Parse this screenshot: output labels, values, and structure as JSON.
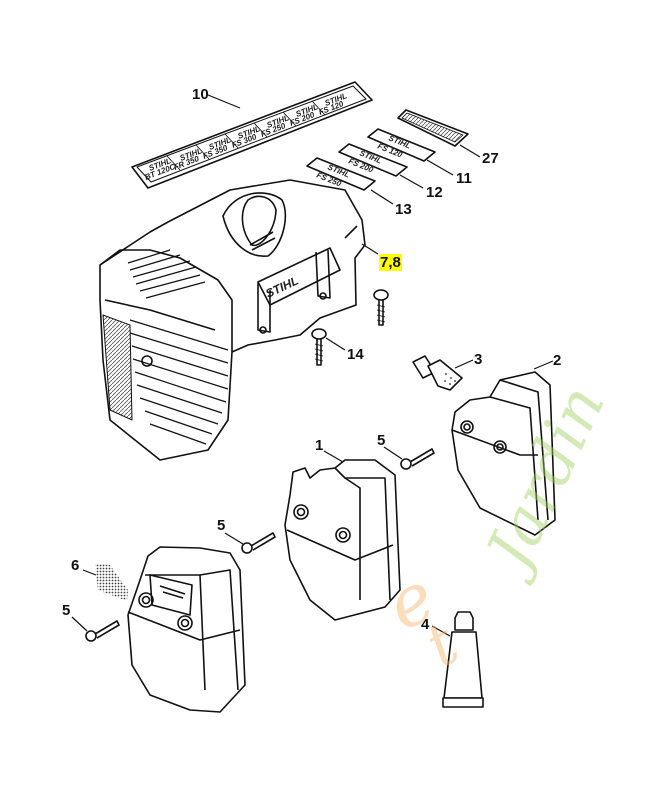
{
  "diagram": {
    "type": "exploded-parts-diagram",
    "brand_marks": [
      "STIHL"
    ],
    "decal_sheet_labels": [
      "STIHL FS 120",
      "STIHL FS 200",
      "STIHL FS 250",
      "STIHL FS 300",
      "STIHL FS 350",
      "STIHL FR 350",
      "STIHL BT 120C"
    ],
    "small_decals": [
      {
        "brand": "STIHL",
        "model": "FS 120"
      },
      {
        "brand": "STIHL",
        "model": "FS 200"
      },
      {
        "brand": "STIHL",
        "model": "FS 250"
      }
    ],
    "callouts": [
      {
        "id": "10",
        "label": "10",
        "part": "decal-sheet"
      },
      {
        "id": "27",
        "label": "27",
        "part": "grille-plate"
      },
      {
        "id": "11",
        "label": "11",
        "part": "decal-fs120"
      },
      {
        "id": "12",
        "label": "12",
        "part": "decal-fs200"
      },
      {
        "id": "13",
        "label": "13",
        "part": "decal-fs250"
      },
      {
        "id": "7,8",
        "label": "7,8",
        "part": "shroud",
        "highlighted": true,
        "highlight_color": "#ffff00"
      },
      {
        "id": "14",
        "label": "14",
        "part": "shroud-screw"
      },
      {
        "id": "3",
        "label": "3",
        "part": "spark-arrestor-fitting"
      },
      {
        "id": "2",
        "label": "2",
        "part": "muffler-right"
      },
      {
        "id": "5a",
        "label": "5",
        "part": "screw"
      },
      {
        "id": "1",
        "label": "1",
        "part": "muffler-center"
      },
      {
        "id": "5b",
        "label": "5",
        "part": "screw"
      },
      {
        "id": "6",
        "label": "6",
        "part": "screen"
      },
      {
        "id": "5c",
        "label": "5",
        "part": "screw"
      },
      {
        "id": "4",
        "label": "4",
        "part": "paste-tube"
      }
    ],
    "watermark": {
      "text": "et Jardin",
      "colors": [
        "#f7c48a",
        "#b8e08a"
      ]
    }
  }
}
